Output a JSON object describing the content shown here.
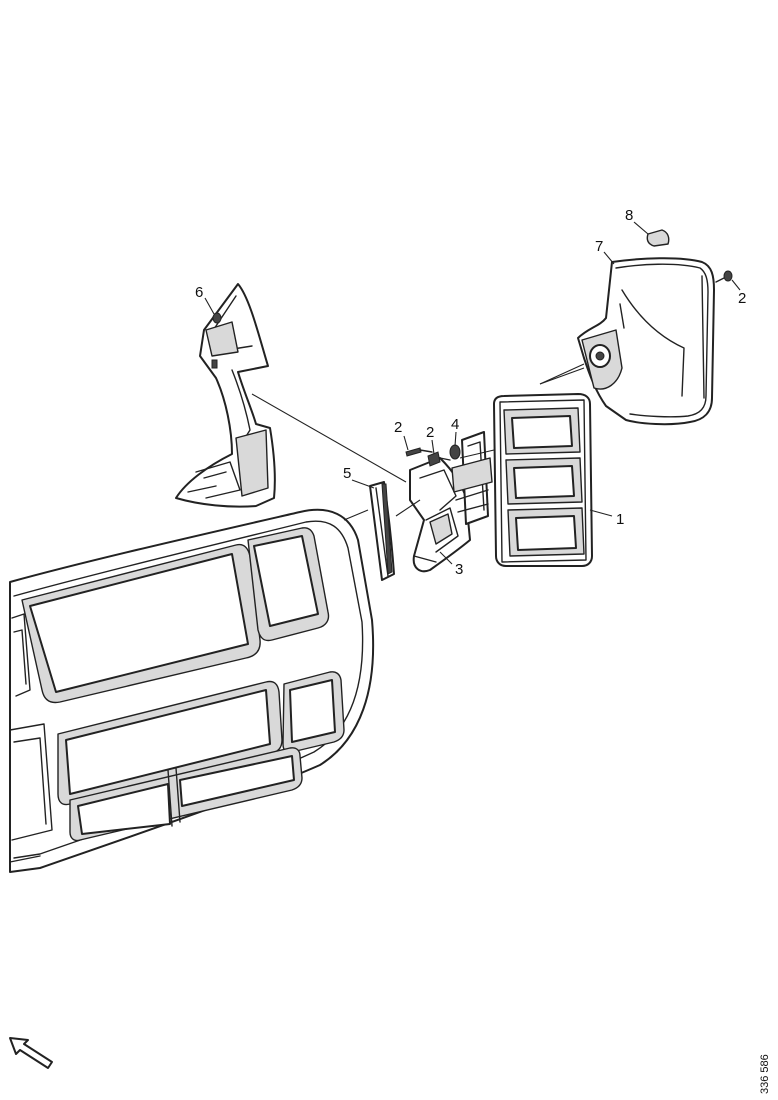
{
  "callouts": {
    "c1": "1",
    "c2a": "2",
    "c2b": "2",
    "c2c": "2",
    "c3": "3",
    "c4": "4",
    "c5": "5",
    "c6": "6",
    "c7": "7",
    "c8": "8"
  },
  "document_number": "336 586",
  "icons": {
    "direction": "direction-arrow-icon"
  },
  "colors": {
    "line": "#222222",
    "shade": "#d9d9d9",
    "background": "#ffffff"
  }
}
